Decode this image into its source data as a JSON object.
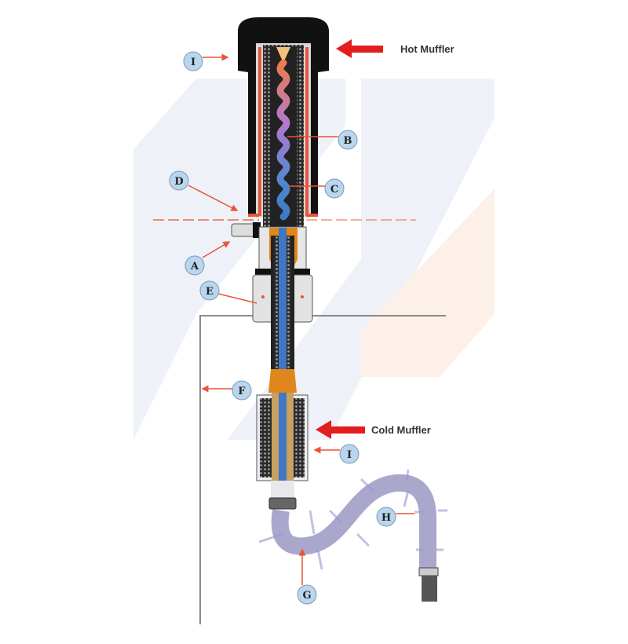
{
  "title_labels": {
    "hot_muffler": "Hot Muffler",
    "cold_muffler": "Cold Muffler"
  },
  "callouts": {
    "I_top": "I",
    "B": "B",
    "C": "C",
    "D": "D",
    "A": "A",
    "E": "E",
    "F": "F",
    "I_bottom": "I",
    "H": "H",
    "G": "G"
  },
  "colors": {
    "callout_fill": "#b9d6ee",
    "leader": "#e8553a",
    "arrow": "#e31e1e",
    "hose": "#a9a6cc",
    "fitting": "#e0861c",
    "core_blue": "#3f78c4"
  }
}
